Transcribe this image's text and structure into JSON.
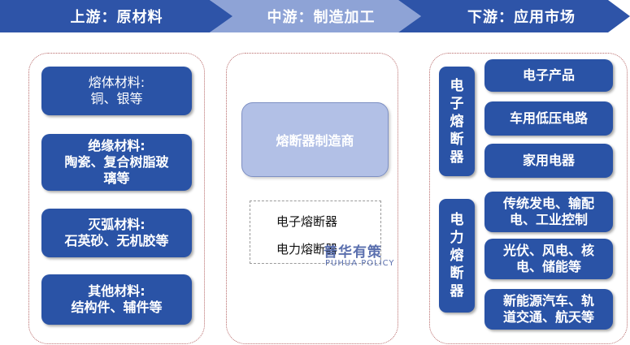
{
  "stages": {
    "upstream": "上游：原材料",
    "midstream": "中游：制造加工",
    "downstream": "下游：应用市场"
  },
  "materials": {
    "melt_l1": "熔体材料:",
    "melt_l2": "铜、银等",
    "insulation_l1": "绝缘材料:",
    "insulation_l2": "陶瓷、复合树脂玻",
    "insulation_l3": "璃等",
    "arc_l1": "灭弧材料:",
    "arc_l2": "石英砂、无机胶等",
    "other_l1": "其他材料:",
    "other_l2": "结构件、辅件等"
  },
  "midstream": {
    "manufacturer": "熔断器制造商",
    "products": [
      "电子熔断器",
      "电力熔断器"
    ]
  },
  "watermark": {
    "cn": "普华有策",
    "en": "PUHUA POLICY"
  },
  "downstream": {
    "electronic_fuse": [
      "电",
      "子",
      "熔",
      "断",
      "器"
    ],
    "power_fuse": [
      "电",
      "力",
      "熔",
      "断",
      "器"
    ],
    "electronic_apps": {
      "a1": "电子产品",
      "a2": "车用低压电路",
      "a3": "家用电器"
    },
    "power_apps": {
      "a1_l1": "传统发电、输配",
      "a1_l2": "电、工业控制",
      "a2_l1": "光伏、风电、核",
      "a2_l2": "电、储能等",
      "a3_l1": "新能源汽车、轨",
      "a3_l2": "道交通、航天等"
    }
  },
  "colors": {
    "primary_blue": "#2a53a6",
    "light_blue": "#8ea3d6",
    "manufacturer_fill": "#b2c0e6",
    "dotted_border": "#b86a6a"
  }
}
